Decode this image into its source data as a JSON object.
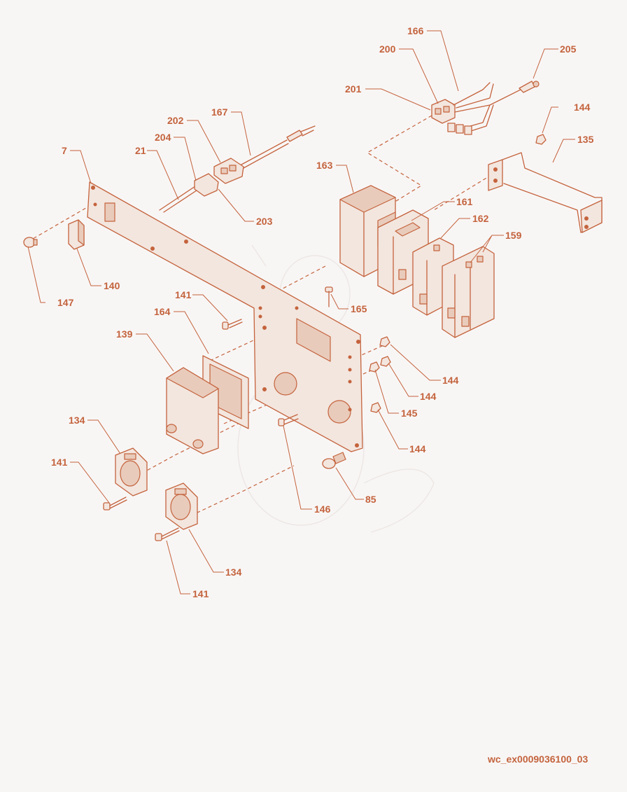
{
  "drawing": {
    "code": "wc_ex0009036100_03",
    "callouts": [
      {
        "id": "c166",
        "text": "166"
      },
      {
        "id": "c200",
        "text": "200"
      },
      {
        "id": "c205",
        "text": "205"
      },
      {
        "id": "c201",
        "text": "201"
      },
      {
        "id": "c144a",
        "text": "144"
      },
      {
        "id": "c135",
        "text": "135"
      },
      {
        "id": "c202",
        "text": "202"
      },
      {
        "id": "c167",
        "text": "167"
      },
      {
        "id": "c204",
        "text": "204"
      },
      {
        "id": "c7",
        "text": "7"
      },
      {
        "id": "c21",
        "text": "21"
      },
      {
        "id": "c163",
        "text": "163"
      },
      {
        "id": "c203",
        "text": "203"
      },
      {
        "id": "c161",
        "text": "161"
      },
      {
        "id": "c162",
        "text": "162"
      },
      {
        "id": "c159",
        "text": "159"
      },
      {
        "id": "c140",
        "text": "140"
      },
      {
        "id": "c147",
        "text": "147"
      },
      {
        "id": "c141a",
        "text": "141"
      },
      {
        "id": "c165",
        "text": "165"
      },
      {
        "id": "c164",
        "text": "164"
      },
      {
        "id": "c139",
        "text": "139"
      },
      {
        "id": "c144b",
        "text": "144"
      },
      {
        "id": "c144c",
        "text": "144"
      },
      {
        "id": "c145",
        "text": "145"
      },
      {
        "id": "c144d",
        "text": "144"
      },
      {
        "id": "c134a",
        "text": "134"
      },
      {
        "id": "c141b",
        "text": "141"
      },
      {
        "id": "c146",
        "text": "146"
      },
      {
        "id": "c85",
        "text": "85"
      },
      {
        "id": "c134b",
        "text": "134"
      },
      {
        "id": "c141c",
        "text": "141"
      }
    ]
  }
}
